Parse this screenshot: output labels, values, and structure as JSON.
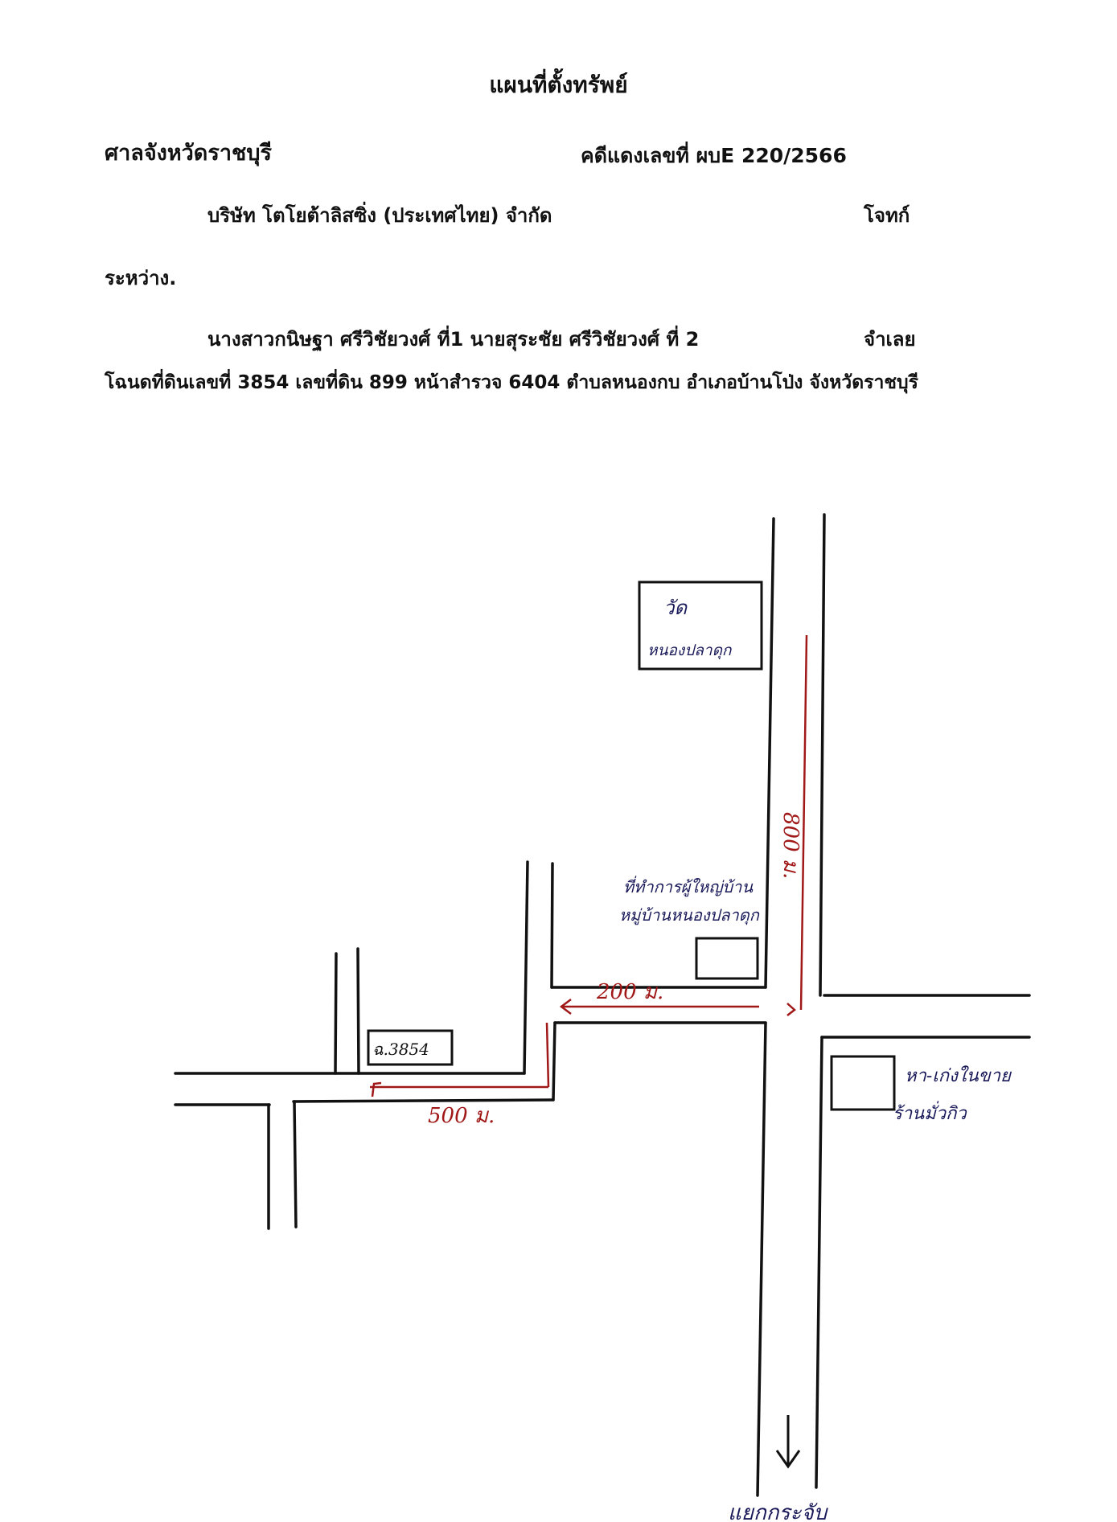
{
  "document": {
    "title": "แผนที่ตั้งทรัพย์",
    "court": "ศาลจังหวัดราชบุรี",
    "case_number": "คดีแดงเลขที่ ผบE 220/2566",
    "plaintiff_name": "บริษัท โตโยต้าลิสซิ่ง (ประเทศไทย) จำกัด",
    "plaintiff_role": "โจทก์",
    "between": "ระหว่าง.",
    "defendants": "นางสาวกนิษฐา ศรีวิชัยวงศ์   ที่1   นายสุระชัย ศรีวิชัยวงศ์ ที่ 2",
    "defendant_role": "จำเลย",
    "deed_line": "โฉนดที่ดินเลขที่ 3854 เลขที่ดิน 899 หน้าสำรวจ 6404 ตำบลหนองกบ  อำเภอบ้านโป่ง  จังหวัดราชบุรี"
  },
  "map": {
    "temple_label_1": "วัด",
    "temple_label_2": "หนองปลาดุก",
    "office_label_1": "ที่ทำการผู้ใหญ่บ้าน",
    "office_label_2": "หมู่บ้านหนองปลาดุก",
    "shop_label_1": "หา-เก่งในขาย",
    "shop_label_2": "ร้านมั่วกิว",
    "parcel_label": "ฉ.3854",
    "dist_800": "800 ม.",
    "dist_200": "200 ม.",
    "dist_500": "500 ม.",
    "bottom_label": "แยกกระจับ",
    "road_color": "#111111",
    "route_color": "#a01818"
  }
}
